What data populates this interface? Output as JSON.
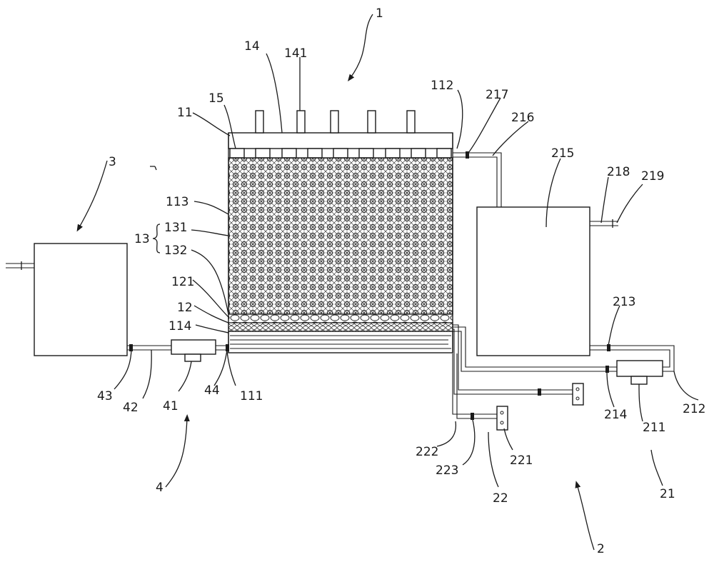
{
  "labels": {
    "l1": "1",
    "l14": "14",
    "l141": "141",
    "l15": "15",
    "l11": "11",
    "l112": "112",
    "l217": "217",
    "l216": "216",
    "l215": "215",
    "l218": "218",
    "l219": "219",
    "l3": "3",
    "l113": "113",
    "l13": "13",
    "l131": "131",
    "l132": "132",
    "l121": "121",
    "l12": "12",
    "l114": "114",
    "l213": "213",
    "l43": "43",
    "l42": "42",
    "l41": "41",
    "l44": "44",
    "l111": "111",
    "l214": "214",
    "l211": "211",
    "l212": "212",
    "l222": "222",
    "l223": "223",
    "l221": "221",
    "l22": "22",
    "l21": "21",
    "l4": "4",
    "l2": "2"
  }
}
